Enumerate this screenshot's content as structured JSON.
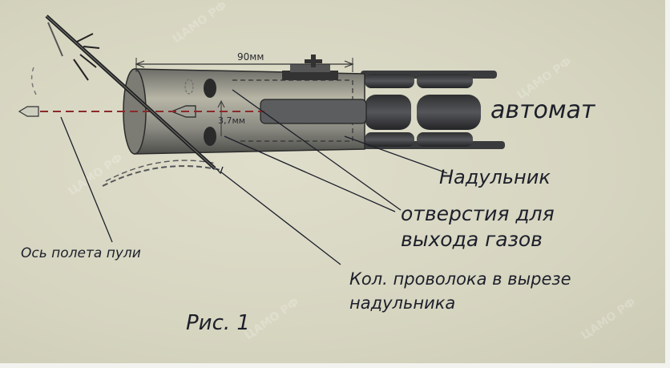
{
  "labels": {
    "weapon": "автомат",
    "muzzle": "Надульник",
    "holes_line1": "отверстия для",
    "holes_line2": "выхода газов",
    "bullet_axis": "Ось полета пули",
    "wire_line1": "Кол. проволока в вырезе",
    "wire_line2": "надульника",
    "figure": "Рис. 1"
  },
  "dimensions": {
    "length": "90мм",
    "diameter": "3,7мм"
  },
  "watermark": "ЦАМО РФ",
  "colors": {
    "paper": "#d9d8c4",
    "ink": "#1d1f2a",
    "axis_red": "#8a2a2a"
  }
}
